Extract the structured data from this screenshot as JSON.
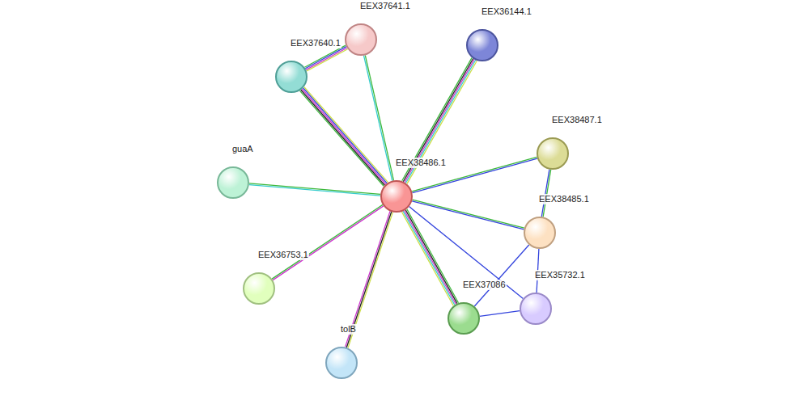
{
  "diagram": {
    "nodes": [
      {
        "text": [
          "EEX37641.1"
        ]
      },
      {
        "text": [
          "EEX36144.1"
        ]
      },
      {
        "text": [
          "EEX37640.1"
        ]
      },
      {
        "text": [
          "EEX38487.1"
        ]
      },
      {
        "text": [
          "guaA"
        ]
      },
      {
        "text": [
          "EEX38486.1"
        ]
      },
      {
        "text": [
          "EEX38485.1"
        ]
      },
      {
        "text": [
          "EEX36753.1"
        ]
      },
      {
        "text": [
          "EEX37086"
        ]
      },
      {
        "text": [
          "EEX35732.1"
        ]
      },
      {
        "text": [
          "tolB"
        ]
      }
    ],
    "edges": [
      {
        "from": 5,
        "to": 0,
        "arrow": "none"
      },
      {
        "from": 5,
        "to": 1,
        "arrow": "none"
      },
      {
        "from": 5,
        "to": 2,
        "arrow": "none"
      },
      {
        "from": 2,
        "to": 0,
        "arrow": "none"
      },
      {
        "from": 5,
        "to": 3,
        "arrow": "none"
      },
      {
        "from": 5,
        "to": 4,
        "arrow": "none"
      },
      {
        "from": 5,
        "to": 6,
        "arrow": "none"
      },
      {
        "from": 5,
        "to": 7,
        "arrow": "none"
      },
      {
        "from": 5,
        "to": 8,
        "arrow": "none"
      },
      {
        "from": 5,
        "to": 9,
        "arrow": "none"
      },
      {
        "from": 5,
        "to": 10,
        "arrow": "none"
      },
      {
        "from": 3,
        "to": 6,
        "arrow": "none"
      },
      {
        "from": 6,
        "to": 8,
        "arrow": "none"
      },
      {
        "from": 6,
        "to": 9,
        "arrow": "none"
      },
      {
        "from": 8,
        "to": 9,
        "arrow": "none"
      }
    ]
  }
}
